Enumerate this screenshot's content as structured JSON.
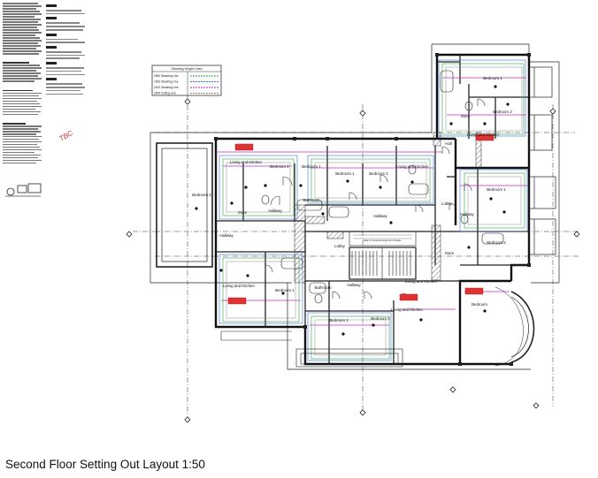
{
  "drawing": {
    "title": "Second Floor Setting Out Layout  1:50",
    "stamp": "TBC",
    "stair_note": "Refer to Structural Engineer's Details",
    "legend": {
      "title": "Standing Height Lines",
      "items": [
        {
          "label": "1500 Standing Line",
          "color": "#2aa84a"
        },
        {
          "label": "1900 Standing Line",
          "color": "#3b6fd8"
        },
        {
          "label": "2100 Standing Line",
          "color": "#c02ac0"
        },
        {
          "label": "2400 Ceiling Line",
          "color": "#888888"
        }
      ]
    },
    "rooms": {
      "a_living": "Living and Kitchen",
      "a_bed1": "Bedroom 1",
      "a_bed2": "Bedroom 2",
      "a_store": "Store",
      "a_hallway": "Hallway",
      "a_bath": "Bathroom",
      "b_bed1": "Bedroom 1",
      "b_bed2": "Bedroom 2",
      "b_living": "Living and Kitchen",
      "hallway_c": "Hallway",
      "lobby": "Lobby",
      "ne_bed1": "Bedroom 1",
      "ne_bed2": "Bedroom 2",
      "ne_store": "Store",
      "ne_living": "Living and Kitchen",
      "hall": "Hall",
      "e_bed1": "Bedroom 1",
      "e_bed2": "Bedroom 2",
      "e_hallway": "Hallway",
      "e_store": "Store",
      "w_bed2": "Bedroom 2",
      "w_hallway": "Hallway",
      "sw_living": "Living and Kitchen",
      "sw_bed1": "Bedroom 1",
      "s_bed1": "Bedroom 1",
      "s_bed2": "Bedroom 2",
      "s_hallway": "Hallway",
      "s_bath": "Bathroom",
      "s_lobby": "Lobby",
      "s_living": "Living and Kitchen",
      "se_living": "Living and Kitchen",
      "se_bedroom": "Bedroom"
    }
  }
}
